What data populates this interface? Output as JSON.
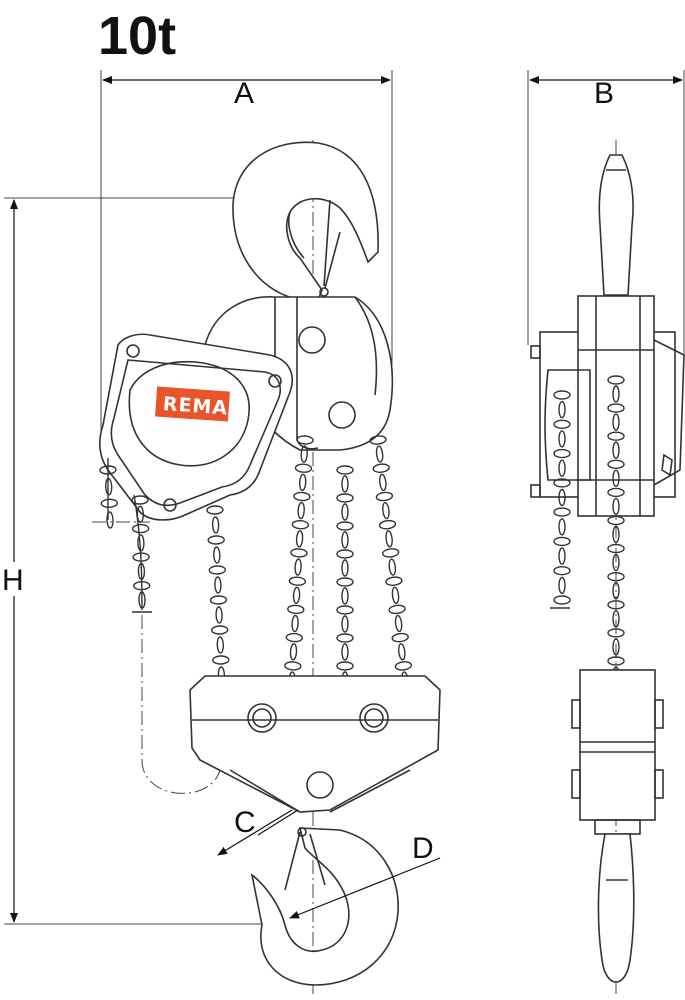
{
  "title": "10t",
  "dimensions": {
    "A": "A",
    "B": "B",
    "C": "C",
    "D": "D",
    "H": "H"
  },
  "logo": {
    "text": "REMA",
    "color": "#e8542c"
  }
}
